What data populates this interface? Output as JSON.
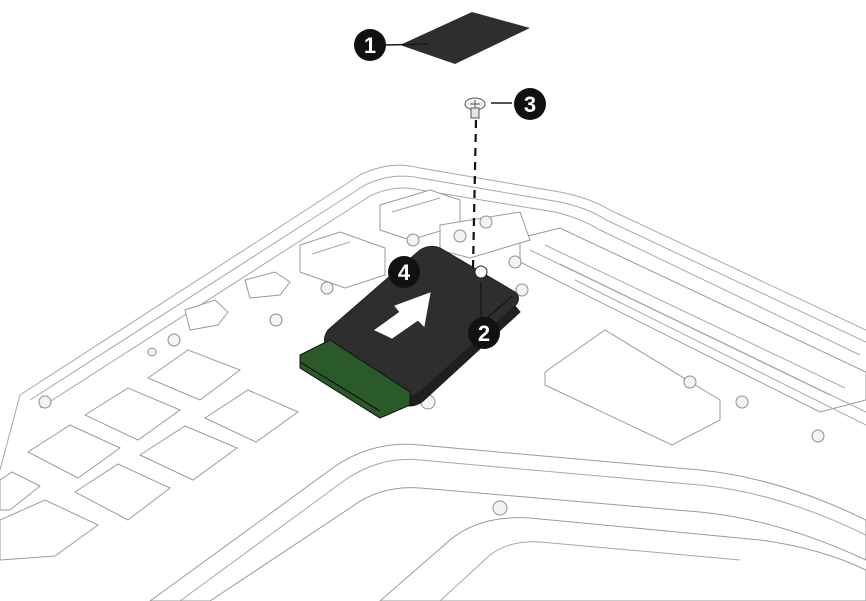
{
  "figure": {
    "callouts": [
      {
        "id": "callout-1",
        "label": "1"
      },
      {
        "id": "callout-2",
        "label": "2"
      },
      {
        "id": "callout-3",
        "label": "3"
      },
      {
        "id": "callout-4",
        "label": "4"
      }
    ]
  },
  "colors": {
    "card": "#2e2e2e",
    "card_edge": "#1f1f1f",
    "connector": "#2a5a2a",
    "callout_fill": "#111111",
    "outline": "#9a9a9a"
  }
}
